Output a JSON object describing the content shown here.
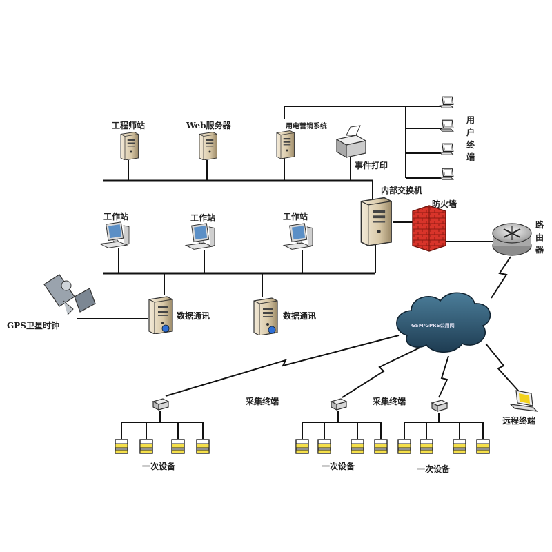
{
  "labels": {
    "eng_station": "工程师站",
    "web_server": "Web服务器",
    "billing_system": "用电营销系统",
    "event_print": "事件打印",
    "user_terminals": [
      "用",
      "户",
      "终",
      "端"
    ],
    "internal_switch": "内部交换机",
    "firewall": "防火墙",
    "router": [
      "路",
      "由",
      "器"
    ],
    "workstation_1": "工作站",
    "workstation_2": "工作站",
    "workstation_3": "工作站",
    "data_comm_1": "数据通讯",
    "data_comm_2": "数据通讯",
    "gps_clock": "GPS卫星时钟",
    "cloud": "GSM/GPRS公用网",
    "collect_terminal_1": "采集终端",
    "collect_terminal_2": "采集终端",
    "remote_terminal": "远程终端",
    "primary_device_1": "一次设备",
    "primary_device_2": "一次设备",
    "primary_device_3": "一次设备"
  },
  "colors": {
    "wire": "#111111",
    "server_body": "#e8dcc6",
    "firewall": "#d8342a",
    "cloud": "#2f5a74",
    "device_yellow": "#f5e04a",
    "accent_yellow": "#f2d21e"
  }
}
